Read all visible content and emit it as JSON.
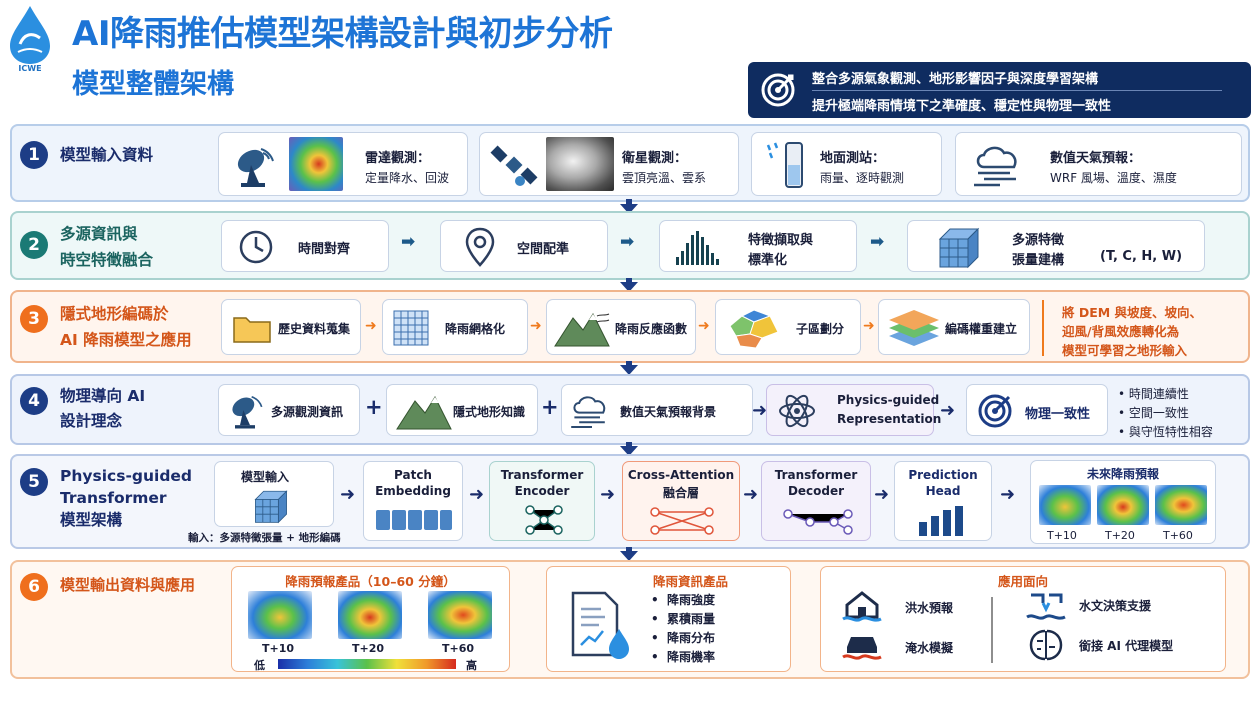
{
  "header": {
    "logo_text": "ICWE",
    "title": "AI降雨推估模型架構設計與初步分析",
    "subtitle": "模型整體架構",
    "goal_line1": "整合多源氣象觀測、地形影響因子與深度學習架構",
    "goal_line2": "提升極端降雨情境下之準確度、穩定性與物理一致性"
  },
  "colors": {
    "title_blue": "#1d74d6",
    "navy": "#0f2c60",
    "orange": "#ef7a1d",
    "teal": "#1b7a75"
  },
  "row1": {
    "num": "1",
    "label": "模型輸入資料",
    "cards": [
      {
        "title": "雷達觀測：",
        "desc": "定量降水、回波",
        "icon": "radar-dish-icon"
      },
      {
        "title": "衛星觀測：",
        "desc": "雲頂亮溫、雲系",
        "icon": "satellite-icon"
      },
      {
        "title": "地面測站：",
        "desc": "雨量、逐時觀測",
        "icon": "rain-gauge-icon"
      },
      {
        "title": "數值天氣預報：",
        "desc": "WRF 風場、溫度、濕度",
        "icon": "cloud-wind-icon"
      }
    ]
  },
  "row2": {
    "num": "2",
    "label1": "多源資訊與",
    "label2": "時空特徵融合",
    "steps": [
      {
        "l1": "時間對齊",
        "l2": "",
        "icon": "clock-icon"
      },
      {
        "l1": "空間配準",
        "l2": "",
        "icon": "location-pin-icon"
      },
      {
        "l1": "特徵擷取與",
        "l2": "標準化",
        "icon": "histogram-icon"
      },
      {
        "l1": "多源特徵",
        "l2": "張量建構",
        "extra": "(T, C, H, W)",
        "icon": "cube-icon"
      }
    ]
  },
  "row3": {
    "num": "3",
    "label1": "隱式地形編碼於",
    "label2": "AI 降雨模型之應用",
    "steps": [
      "歷史資料蒐集",
      "降雨網格化",
      "降雨反應函數",
      "子區劃分",
      "編碼權重建立"
    ],
    "note1": "將 DEM 與坡度、坡向、",
    "note2": "迎風/背風效應轉化為",
    "note3": "模型可學習之地形輸入"
  },
  "row4": {
    "num": "4",
    "label1": "物理導向 AI",
    "label2": "設計理念",
    "items": [
      "多源觀測資訊",
      "隱式地形知識",
      "數值天氣預報背景"
    ],
    "pg_l1": "Physics-guided",
    "pg_l2": "Representation",
    "result": "物理一致性",
    "bullets": [
      "時間連續性",
      "空間一致性",
      "與守恆特性相容"
    ]
  },
  "row5": {
    "num": "5",
    "label1": "Physics-guided",
    "label2": "Transformer",
    "label3": "模型架構",
    "input_title": "模型輸入",
    "input_caption": "輸入：多源特徵張量 + 地形編碼",
    "blocks": [
      {
        "l1": "Patch",
        "l2": "Embedding"
      },
      {
        "l1": "Transformer",
        "l2": "Encoder"
      },
      {
        "l1": "Cross-Attention",
        "l2": "融合層"
      },
      {
        "l1": "Transformer",
        "l2": "Decoder"
      },
      {
        "l1": "Prediction",
        "l2": "Head"
      }
    ],
    "forecast_title": "未來降雨預報",
    "forecast_times": [
      "T+10",
      "T+20",
      "T+60"
    ]
  },
  "row6": {
    "num": "6",
    "label": "模型輸出資料與應用",
    "product_title": "降雨預報產品（10–60 分鐘）",
    "product_times": [
      "T+10",
      "T+20",
      "T+60"
    ],
    "scale_low": "低",
    "scale_high": "高",
    "info_title": "降雨資訊產品",
    "info_items": [
      "降雨強度",
      "累積雨量",
      "降雨分布",
      "降雨機率"
    ],
    "app_title": "應用面向",
    "apps": [
      "洪水預報",
      "淹水模擬",
      "水文決策支援",
      "銜接 AI 代理模型"
    ]
  }
}
